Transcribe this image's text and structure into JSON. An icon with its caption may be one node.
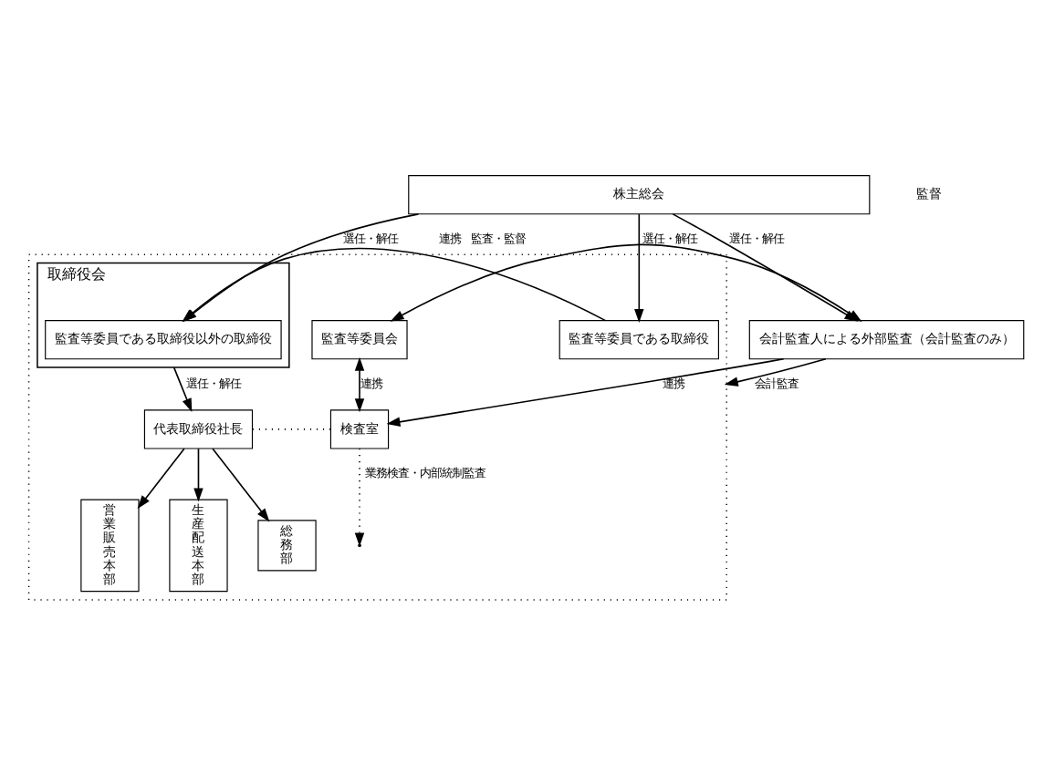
{
  "diagram": {
    "nodes": [
      {
        "text": [
          "株主総会"
        ]
      },
      {
        "text": [],
        "shape": "box"
      },
      {
        "text": [
          "取締役会"
        ],
        "in": 1
      },
      {
        "text": [
          "監査等委員である取締役以外の取締役"
        ],
        "in": 2
      },
      {
        "text": [
          "監査等委員会"
        ],
        "in": 1
      },
      {
        "text": [
          "監査等委員である取締役"
        ],
        "in": 1
      },
      {
        "text": [
          "会計監査人による外部監査（会計監査のみ）"
        ]
      },
      {
        "text": [
          "代表取締役社長"
        ],
        "in": 1
      },
      {
        "text": [
          "検査室"
        ],
        "in": 1
      },
      {
        "text": [
          "営業販売本部"
        ],
        "in": 1
      },
      {
        "text": [
          "生産配送本部"
        ],
        "in": 1
      },
      {
        "text": [
          "総務部"
        ],
        "in": 1
      }
    ],
    "edges": [
      {
        "from": 0,
        "to": 3,
        "arrow": "to",
        "label": "選任・解任"
      },
      {
        "from": 0,
        "to": 5,
        "arrow": "to",
        "label": "選任・解任"
      },
      {
        "from": 0,
        "to": 6,
        "arrow": "to",
        "label": "選任・解任"
      },
      {
        "from": 5,
        "to": 3,
        "arrow": "to",
        "label": "監査・監督"
      },
      {
        "from": 4,
        "to": 6,
        "arrow": "both",
        "label": "連携"
      },
      {
        "from": 2,
        "to": 7,
        "arrow": "to",
        "label": "選任・解任"
      },
      {
        "from": 4,
        "to": 8,
        "arrow": "both",
        "label": "連携"
      },
      {
        "from": 6,
        "to": 8,
        "arrow": "to",
        "label": "連携"
      },
      {
        "from": 7,
        "to": 8,
        "arrow": "none",
        "style": "dashed"
      },
      {
        "from": 8,
        "to": null,
        "arrow": "to",
        "style": "dashed",
        "label": "業務検査・内部統制監査"
      },
      {
        "from": 7,
        "to": 9,
        "arrow": "to"
      },
      {
        "from": 7,
        "to": 10,
        "arrow": "to"
      },
      {
        "from": 7,
        "to": 11,
        "arrow": "to"
      },
      {
        "from": 6,
        "to": 1,
        "arrow": "to",
        "label": "会計監査"
      }
    ],
    "labels": [
      "監督"
    ]
  }
}
